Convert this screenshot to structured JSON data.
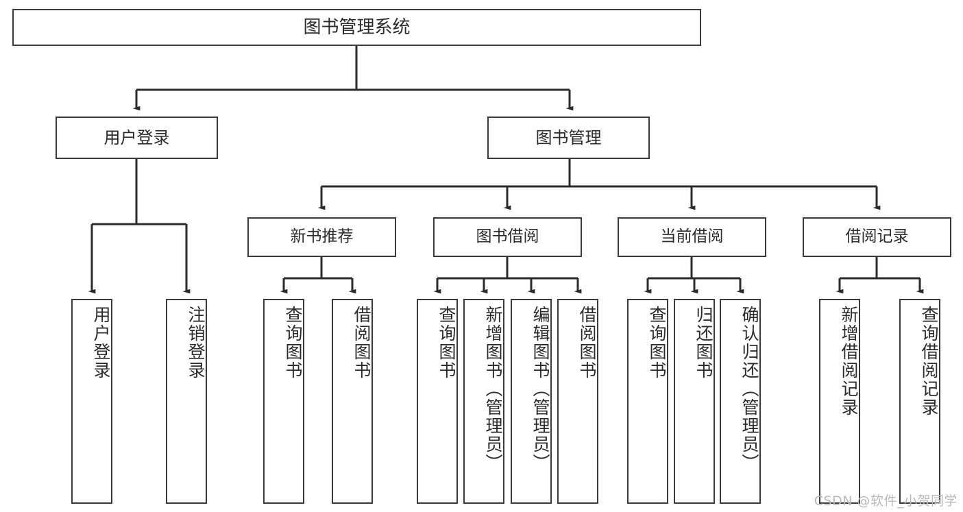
{
  "diagram": {
    "type": "tree-hierarchy",
    "title": "图书管理系统",
    "watermark": "CSDN @软件_小贺同学",
    "colors": {
      "box_border": "#3a3a3a",
      "box_fill": "#ffffff",
      "connector": "#2b2b2b",
      "text": "#2b2b2b",
      "watermark": "#b9b9b9",
      "background": "#ffffff"
    },
    "nodes": {
      "root": {
        "label": "图书管理系统"
      },
      "level1": [
        {
          "label": "用户登录"
        },
        {
          "label": "图书管理"
        }
      ],
      "level2": [
        {
          "label": "新书推荐"
        },
        {
          "label": "图书借阅"
        },
        {
          "label": "当前借阅"
        },
        {
          "label": "借阅记录"
        }
      ],
      "leaves": {
        "user_login": [
          {
            "label": "用户登录"
          },
          {
            "label": "注销登录"
          }
        ],
        "new_book_recommend": [
          {
            "label": "查询图书"
          },
          {
            "label": "借阅图书"
          }
        ],
        "book_borrow": [
          {
            "label": "查询图书"
          },
          {
            "label": "新增图书（管理员）"
          },
          {
            "label": "编辑图书（管理员）"
          },
          {
            "label": "借阅图书"
          }
        ],
        "current_borrow": [
          {
            "label": "查询图书"
          },
          {
            "label": "归还图书"
          },
          {
            "label": "确认归还（管理员）"
          }
        ],
        "borrow_record": [
          {
            "label": "新增借阅记录"
          },
          {
            "label": "查询借阅记录"
          }
        ]
      }
    }
  }
}
